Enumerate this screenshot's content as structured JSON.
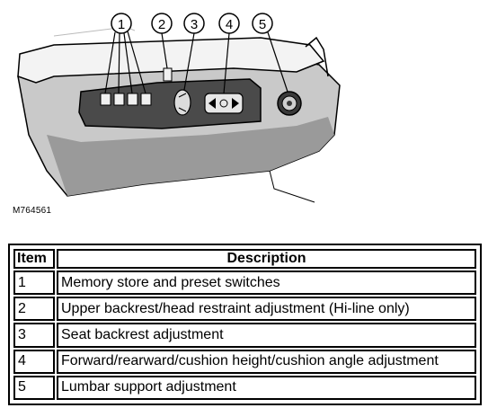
{
  "figure": {
    "reference_code": "M764561",
    "callouts": [
      "1",
      "2",
      "3",
      "4",
      "5"
    ]
  },
  "legend": {
    "headers": {
      "item": "Item",
      "description": "Description"
    },
    "rows": [
      {
        "item": "1",
        "description": "Memory store and preset switches"
      },
      {
        "item": "2",
        "description": "Upper backrest/head restraint adjustment (Hi-line only)"
      },
      {
        "item": "3",
        "description": "Seat backrest adjustment"
      },
      {
        "item": "4",
        "description": "Forward/rearward/cushion height/cushion angle adjustment"
      },
      {
        "item": "5",
        "description": "Lumbar support adjustment"
      }
    ]
  }
}
